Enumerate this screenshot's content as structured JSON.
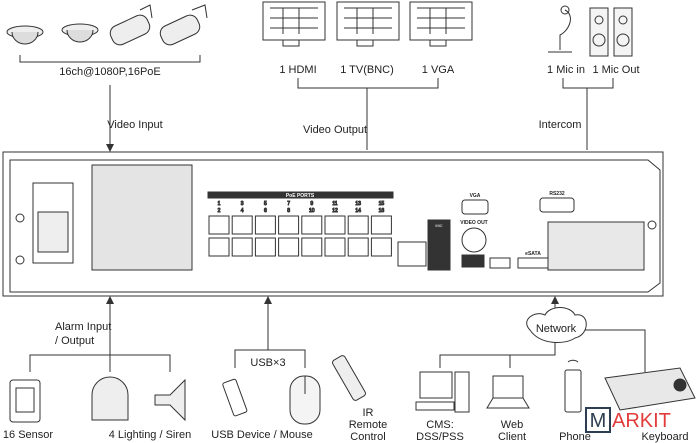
{
  "inputs": {
    "camera_spec": "16ch@1080P,16PoE",
    "video_input": "Video Input"
  },
  "outputs": {
    "hdmi": "1 HDMI",
    "tv": "1 TV(BNC)",
    "vga": "1 VGA",
    "video_output": "Video Output"
  },
  "intercom": {
    "mic_in": "1 Mic in",
    "mic_out": "1 Mic Out",
    "label": "Intercom"
  },
  "panel": {
    "poe_ports": "PoE PORTS",
    "port_top": [
      "1",
      "3",
      "5",
      "7",
      "9",
      "11",
      "13",
      "15"
    ],
    "port_bottom": [
      "2",
      "4",
      "6",
      "8",
      "10",
      "12",
      "14",
      "16"
    ],
    "vga": "VGA",
    "rs232": "RS232",
    "mic": "MIC",
    "video_out": "VIDEO OUT",
    "esata": "eSATA"
  },
  "bottom": {
    "alarm_line1": "Alarm Input",
    "alarm_line2": "/ Output",
    "sensor": "16 Sensor",
    "lighting": "4 Lighting / Siren",
    "usb_count": "USB×3",
    "usb_devices": "USB Device / Mouse",
    "ir_line1": "IR",
    "ir_line2": "Remote",
    "ir_line3": "Control",
    "network": "Network",
    "cms_line1": "CMS:",
    "cms_line2": "DSS/PSS",
    "web_line1": "Web",
    "web_line2": "Client",
    "phone": "Phone",
    "keyboard": "Keyboard"
  },
  "watermark": "MARKIT"
}
